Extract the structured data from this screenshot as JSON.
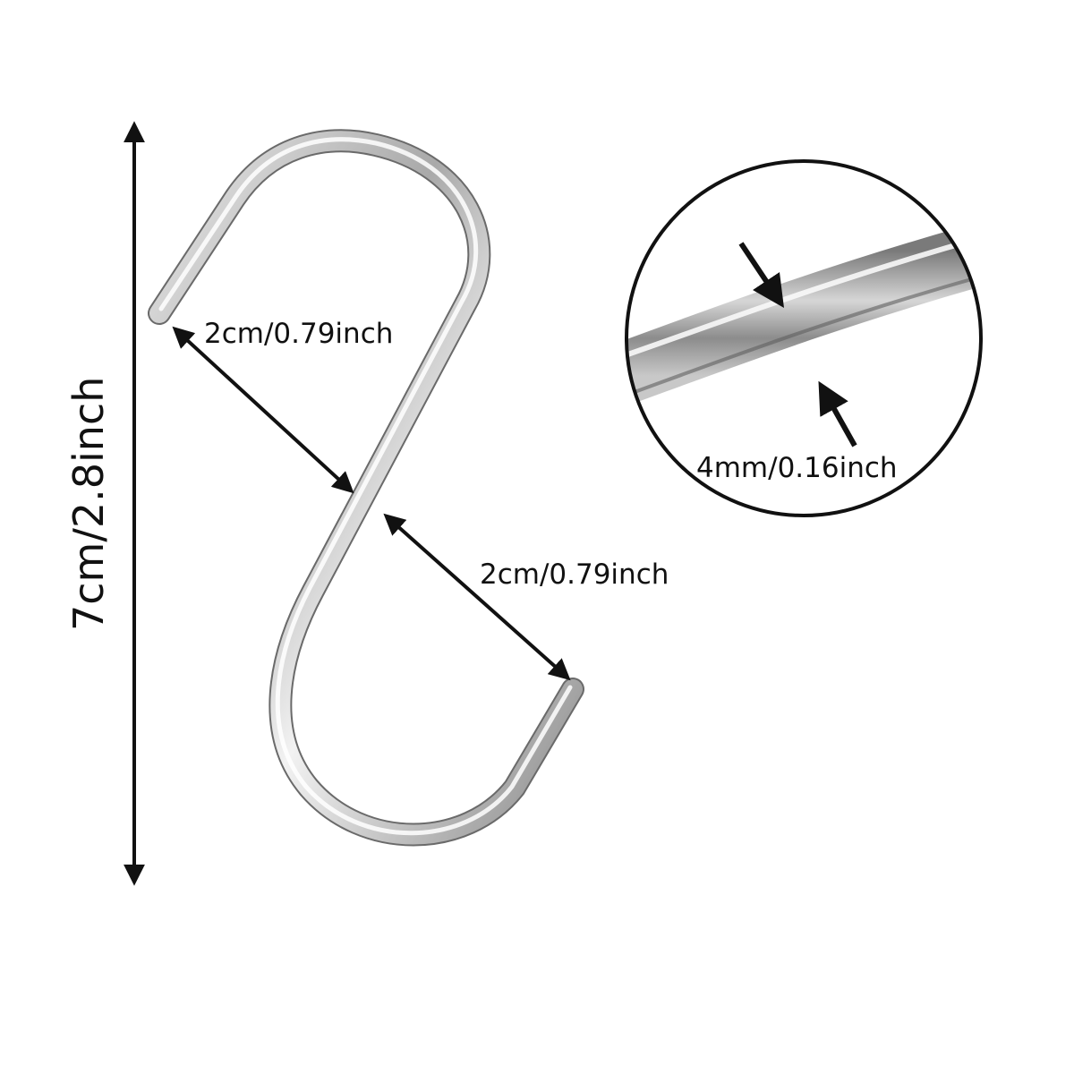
{
  "labels": {
    "height": "7cm/2.8inch",
    "upper_opening": "2cm/0.79inch",
    "lower_opening": "2cm/0.79inch",
    "wire_thickness": "4mm/0.16inch"
  },
  "colors": {
    "background": "#ffffff",
    "ink": "#111111",
    "steel_light": "#f4f4f4",
    "steel_mid": "#b8b8b8",
    "steel_dark": "#6f6f6f"
  }
}
